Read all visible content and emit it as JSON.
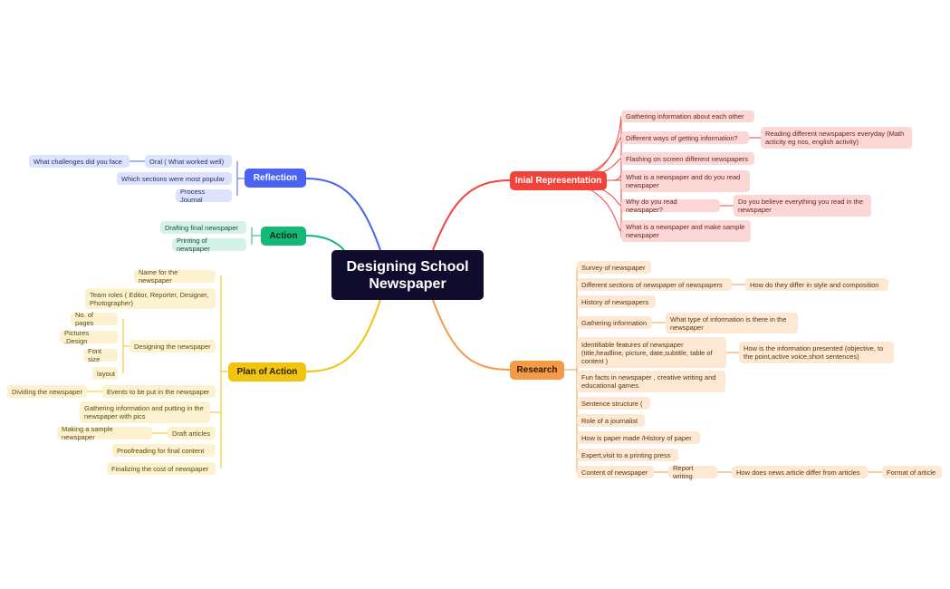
{
  "central": "Designing School Newspaper",
  "colors": {
    "red": "#f2433b",
    "orange": "#f59a46",
    "blue": "#4a63f2",
    "green": "#14b879",
    "yellow": "#f1c40f",
    "central_bg": "#0f0c2e"
  },
  "initial_representation": {
    "title": "Inial Representation",
    "items": [
      "Gathering information about each other",
      "Different ways of getting information?",
      "Reading different newspapers everyday (Math acticity eg nos, english activity)",
      "Flashing on screen different newspapers",
      "What is a newspaper and do you read newspaper",
      "Why do you read newspaper?",
      "Do you believe everything you read in the newspaper",
      "What is a newspaper and make sample newspaper"
    ]
  },
  "research": {
    "title": "Research",
    "items": [
      "Survey of newspaper",
      "Different sections of newspaper of newspapers",
      "How do they differ in style and composition",
      "History of newspapers",
      "Gathering information",
      "What type of information is there in the newspaper",
      "Identifiable features of newspaper (title,headline, picture, date,subtitle, table of content )",
      "How is the information presented (objective, to the point,active voice,short sentences)",
      "Fun facts in newspaper , creative writing and educational games.",
      "Sentence structure (",
      "Role of a journalist",
      "How is paper made /History of paper",
      "Expert,visit to a printing press",
      "Content of newspaper",
      "Report writing",
      "How does news article differ from articles",
      "Format of article"
    ]
  },
  "reflection": {
    "title": "Reflection",
    "items": [
      "Oral ( What worked well)",
      "What challenges did you face",
      "Which sections were most popular",
      "Process Journal"
    ]
  },
  "action": {
    "title": "Action",
    "items": [
      "Drafting final newspaper",
      "Printing of newspaper"
    ]
  },
  "plan_of_action": {
    "title": "Plan of Action",
    "items": [
      "Name for the newspaper",
      "Team roles ( Editor, Reporter, Designer, Photographer)",
      "Designing the newspaper",
      "No. of pages",
      "Pictures ,Design",
      "Font size",
      "layout",
      "Events to be put in the newspaper",
      "Dividing the newspaper",
      "Gathering information and putting in the newspaper with pics",
      "Draft articles",
      "Making a sample newspaper",
      "Proofreading for final content",
      "Finalizing the cost of newspaper"
    ]
  }
}
